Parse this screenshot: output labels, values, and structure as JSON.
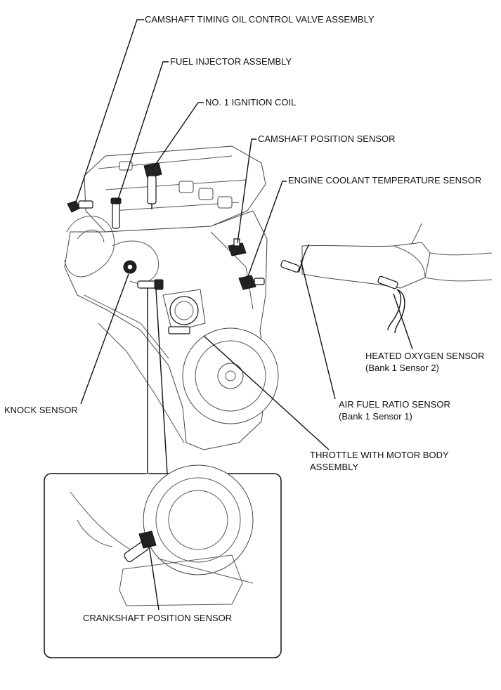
{
  "labels": {
    "camshaft_timing_valve": "CAMSHAFT TIMING OIL CONTROL VALVE ASSEMBLY",
    "fuel_injector": "FUEL INJECTOR ASSEMBLY",
    "ignition_coil": "NO. 1 IGNITION COIL",
    "camshaft_position_sensor": "CAMSHAFT POSITION SENSOR",
    "engine_coolant_temp_sensor": "ENGINE COOLANT TEMPERATURE SENSOR",
    "heated_oxygen_sensor": "HEATED OXYGEN SENSOR",
    "heated_oxygen_sensor_sub": "(Bank 1 Sensor 2)",
    "air_fuel_ratio_sensor": "AIR FUEL RATIO SENSOR",
    "air_fuel_ratio_sensor_sub": "(Bank 1 Sensor 1)",
    "knock_sensor": "KNOCK SENSOR",
    "throttle_body_line1": "THROTTLE WITH MOTOR BODY",
    "throttle_body_line2": "ASSEMBLY",
    "crankshaft_position_sensor": "CRANKSHAFT POSITION SENSOR"
  }
}
